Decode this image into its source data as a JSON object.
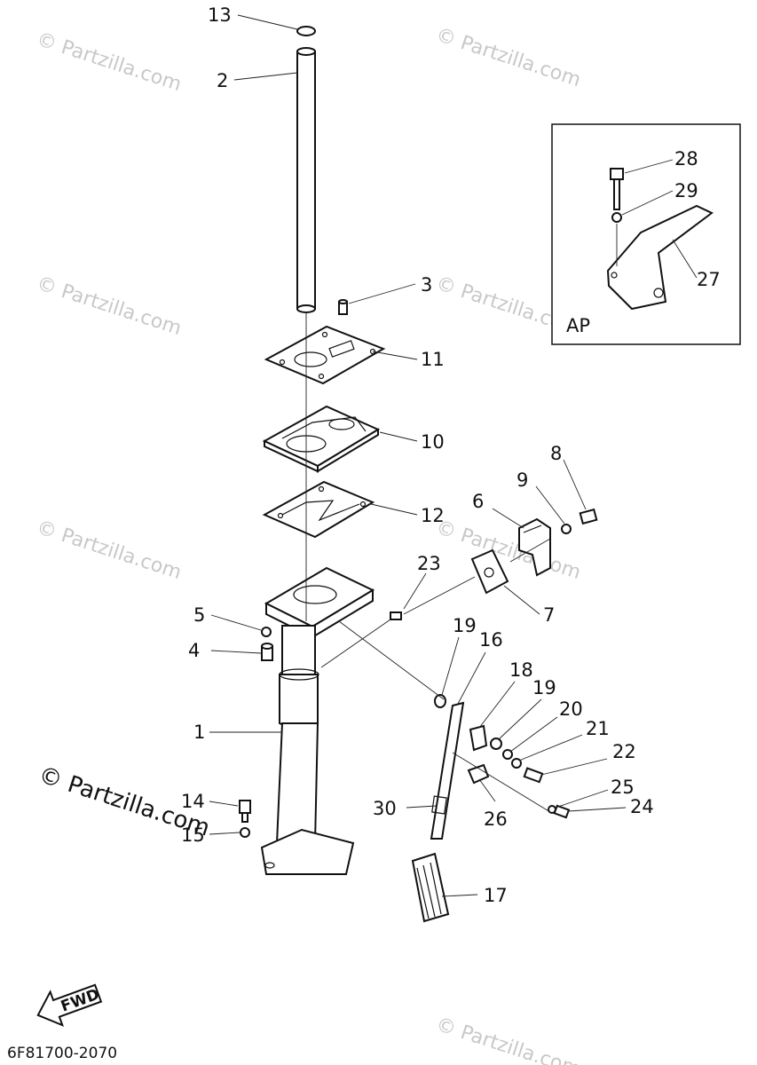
{
  "watermark": "© Partzilla.com",
  "watermark_strong": "© Partzilla.com",
  "inset_label": "AP",
  "fwd_label": "FWD",
  "diagram_code": "6F81700-2070",
  "callouts": {
    "c1": "1",
    "c2": "2",
    "c3": "3",
    "c4": "4",
    "c5": "5",
    "c6": "6",
    "c7": "7",
    "c8": "8",
    "c9": "9",
    "c10": "10",
    "c11": "11",
    "c12": "12",
    "c13": "13",
    "c14": "14",
    "c15": "15",
    "c16": "16",
    "c17": "17",
    "c18": "18",
    "c19a": "19",
    "c19b": "19",
    "c20": "20",
    "c21": "21",
    "c22": "22",
    "c23": "23",
    "c24": "24",
    "c25": "25",
    "c26": "26",
    "c27": "27",
    "c28": "28",
    "c29": "29",
    "c30": "30"
  }
}
